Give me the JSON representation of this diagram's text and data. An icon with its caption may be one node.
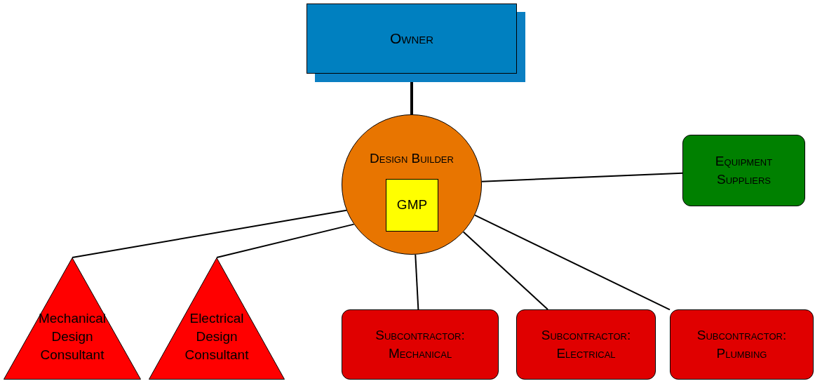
{
  "diagram": {
    "nodes": [
      {
        "text": [
          "Owner"
        ]
      },
      {
        "text": [
          "Design Builder"
        ]
      },
      {
        "text": [
          "GMP"
        ],
        "in": 1
      },
      {
        "text": [
          "Equipment Suppliers"
        ]
      },
      {
        "text": [
          "Mechanical Design Consultant"
        ]
      },
      {
        "text": [
          "Electrical Design Consultant"
        ]
      },
      {
        "text": [
          "Subcontractor: Mechanical"
        ]
      },
      {
        "text": [
          "Subcontractor: Electrical"
        ]
      },
      {
        "text": [
          "Subcontractor: Plumbing"
        ]
      }
    ],
    "edges": [
      {
        "from": 0,
        "to": 1,
        "arrow": "none",
        "style": "thick"
      },
      {
        "from": 1,
        "to": 3,
        "arrow": "none"
      },
      {
        "from": 1,
        "to": 4,
        "arrow": "none"
      },
      {
        "from": 1,
        "to": 5,
        "arrow": "none"
      },
      {
        "from": 1,
        "to": 6,
        "arrow": "none"
      },
      {
        "from": 1,
        "to": 7,
        "arrow": "none"
      },
      {
        "from": 1,
        "to": 8,
        "arrow": "none"
      }
    ]
  }
}
